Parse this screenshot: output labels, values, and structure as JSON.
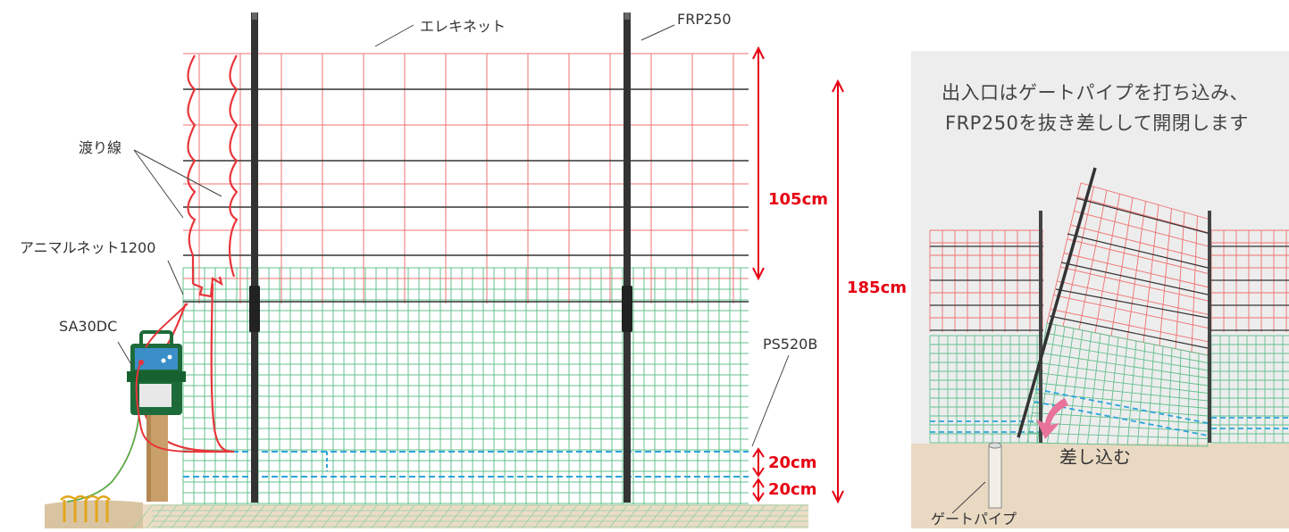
{
  "labels": {
    "elekinet": "エレキネット",
    "frp250": "FRP250",
    "watari_sen": "渡り線",
    "animal_net": "アニマルネット1200",
    "sa30dc": "SA30DC",
    "ps520b": "PS520B",
    "gate_pipe": "ゲートパイプ",
    "sashikomu": "差し込む"
  },
  "dimensions": {
    "d105": "105cm",
    "d185": "185cm",
    "d20a": "20cm",
    "d20b": "20cm"
  },
  "inset": {
    "line1": "出入口はゲートパイプを打ち込み、",
    "line2": "FRP250を抜き差しして開閉します"
  },
  "colors": {
    "red_wire": "#e8353a",
    "red_net": "#f06a6a",
    "green_net": "#5cbf8a",
    "black_wire": "#222222",
    "blue_dash": "#2ea3dc",
    "dim_red": "#e60012",
    "ground": "#e9d9c2",
    "panel_bg": "#ededed",
    "pink_arrow": "#e8739a"
  }
}
